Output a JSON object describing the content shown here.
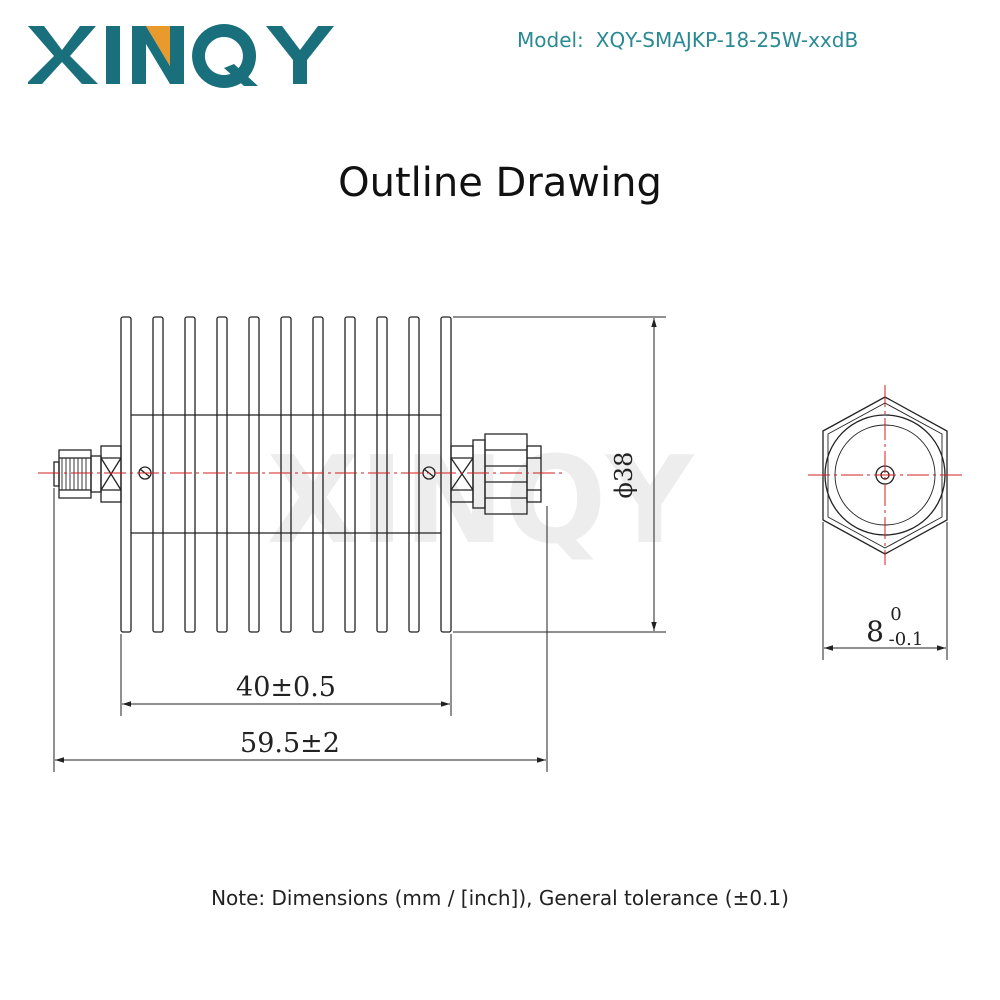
{
  "brand": {
    "logo_text": "XINQY",
    "logo_dark_color": "#1a6f7c",
    "logo_accent_color": "#e89a2c",
    "watermark_color": "#ededed"
  },
  "header": {
    "model_label": "Model:",
    "model_value": "XQY-SMAJKP-18-25W-xxdB",
    "model_color": "#2a8a94"
  },
  "title": "Outline Drawing",
  "dimensions": {
    "body_length": "40±0.5",
    "total_length": "59.5±2",
    "diameter": "ϕ38",
    "hex_size_main": "8",
    "hex_size_upper_tol": "0",
    "hex_size_lower_tol": "-0.1"
  },
  "colors": {
    "line": "#222222",
    "centerline": "#d02020"
  },
  "note": "Note: Dimensions (mm / [inch]), General tolerance (±0.1)"
}
